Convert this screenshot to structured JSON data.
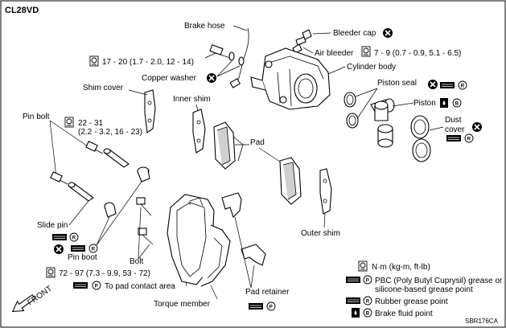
{
  "model": "CL28VD",
  "ref_code": "SBR176CA",
  "front_label": "FRONT",
  "symbols": {
    "torque": "N·m",
    "grease_pbc": "P",
    "grease_rubber": "R",
    "brake_fluid": "B"
  },
  "labels": {
    "brake_hose": "Brake hose",
    "bleeder_cap": "Bleeder cap",
    "air_bleeder": "Air bleeder",
    "air_bleeder_torque": "7 - 9 (0.7 - 0.9, 5.1 - 6.5)",
    "hose_torque": "17 - 20 (1.7 - 2.0, 12 - 14)",
    "copper_washer": "Copper washer",
    "cylinder_body": "Cylinder body",
    "piston_seal": "Piston seal",
    "piston": "Piston",
    "dust_cover_1": "Dust",
    "dust_cover_2": "cover",
    "shim_cover": "Shim cover",
    "inner_shim": "Inner shim",
    "pin_bolt": "Pin bolt",
    "pin_bolt_torque_1": "22 - 31",
    "pin_bolt_torque_2": "(2.2 - 3.2, 16 - 23)",
    "pad": "Pad",
    "slide_pin": "Slide pin",
    "pin_boot": "Pin boot",
    "bolt": "Bolt",
    "bolt_torque": "72 - 97 (7.3 - 9.9, 53 - 72)",
    "pad_contact": "To pad contact area",
    "outer_shim": "Outer shim",
    "pad_retainer": "Pad retainer",
    "torque_member": "Torque member"
  },
  "legend": {
    "torque_units": "N·m (kg-m, ft-lb)",
    "pbc_1": "PBC (Poly Butyl Cuprysil) grease or",
    "pbc_2": "silicone-based grease point",
    "rubber": "Rubber grease point",
    "fluid": "Brake fluid point"
  }
}
